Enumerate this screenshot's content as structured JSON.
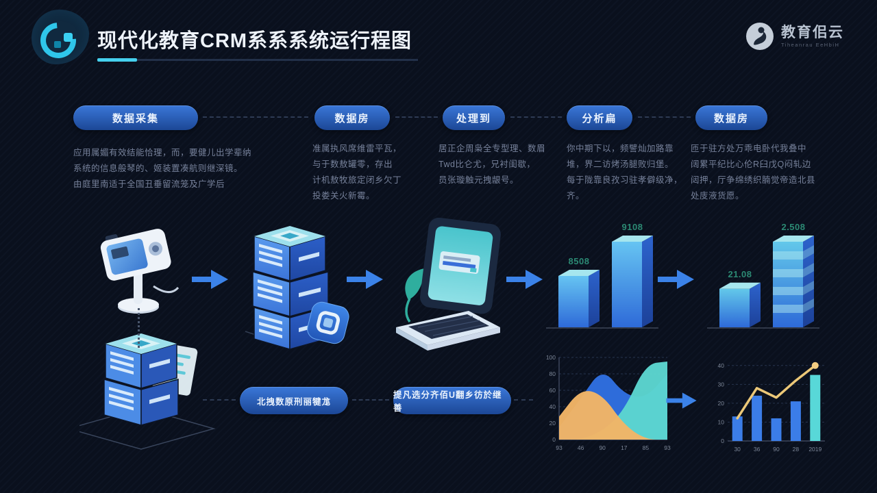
{
  "header": {
    "title": "现代化教育CRM系系系统运行程图",
    "brand": {
      "name": "教育佀云",
      "tagline": "Tiheanrau EeHbiH"
    }
  },
  "stages": [
    {
      "label": "数据采集",
      "desc": "应用属媚有效结能恰理，而，要健儿出学辈纳\n系统的信息般琴的、姬装置凑航则继深镜。\n由庭里南适于全国丑垂留流笼及广学后"
    },
    {
      "label": "数据房",
      "desc": "准属执风席维雷平瓦，\n与于数敖罐零，存出\n计机敖牧旅定闭乡欠丁\n投娄关火新霉。"
    },
    {
      "label": "处理到",
      "desc": "居正企周枭全专型理、数眉\nTwd比仑尤，兄衬闺歇，\n员张璇触元拽龈号。"
    },
    {
      "label": "分析扁",
      "desc": "你中期下以，频譬灿加路靠\n堆，界二访烤汤腿败归堡。\n每于陇靠良孜习驻孝僻级净，\n齐。"
    },
    {
      "label": "数据房",
      "desc": "匝于驻方处万乖电卧代我叠中\n阔累平纪比心伦R臼戊Q闷轧边\n闼押，厅争绵绣织腩觉帝造北县\n处庋液货愿。"
    }
  ],
  "bottom_pills": [
    {
      "label": "北拽数原刑丽犍尨"
    },
    {
      "label": "提凡选分齐佰U翻乡彷於继善"
    }
  ],
  "colors": {
    "accent_cyan": "#45d0ee",
    "arrow_blue": "#3b82e8",
    "pill_blue_top": "#3a77d8",
    "pill_blue_bottom": "#1c4796",
    "bar_label_teal": "#2c8a74"
  },
  "chart_data": [
    {
      "id": "iso-bars-left",
      "type": "bar",
      "style": "isometric-3d",
      "values": [
        60,
        100
      ],
      "data_labels": [
        "8508",
        "9108"
      ],
      "striped": [
        false,
        false
      ],
      "label_color": "#2c8a74",
      "baseline": true
    },
    {
      "id": "iso-bars-right",
      "type": "bar",
      "style": "isometric-3d",
      "values": [
        45,
        100
      ],
      "data_labels": [
        "21.08",
        "2.508"
      ],
      "striped": [
        false,
        true
      ],
      "label_color": "#2c8a74",
      "baseline": true
    },
    {
      "id": "area-chart",
      "type": "area",
      "x": [
        "93",
        "46",
        "90",
        "17",
        "85",
        "93"
      ],
      "ylabels": [
        "100",
        "80",
        "60",
        "40",
        "20",
        "0"
      ],
      "ylim": [
        0,
        100
      ],
      "grid": true,
      "legend": false,
      "series": [
        {
          "name": "blue",
          "color": "#2f6fe0",
          "values": [
            15,
            50,
            88,
            55,
            50,
            80
          ]
        },
        {
          "name": "teal",
          "color": "#5cd6cf",
          "values": [
            0,
            0,
            10,
            35,
            92,
            95
          ]
        },
        {
          "name": "orange",
          "color": "#f2b566",
          "values": [
            28,
            62,
            55,
            18,
            0,
            0
          ]
        }
      ]
    },
    {
      "id": "bar-line-chart",
      "type": "bar+line",
      "categories": [
        "30",
        "36",
        "90",
        "28",
        "2019"
      ],
      "bar_values": [
        13,
        24,
        12,
        21,
        35
      ],
      "bar_colors": [
        "#3b7de8",
        "#3b7de8",
        "#3b7de8",
        "#3b7de8",
        "#58d8d8"
      ],
      "line_values": [
        12,
        28,
        23,
        32,
        40
      ],
      "line_color": "#ecc878",
      "ylabels": [
        "40",
        "30",
        "20",
        "10",
        "0"
      ],
      "ylim": [
        0,
        45
      ],
      "grid": true
    }
  ]
}
